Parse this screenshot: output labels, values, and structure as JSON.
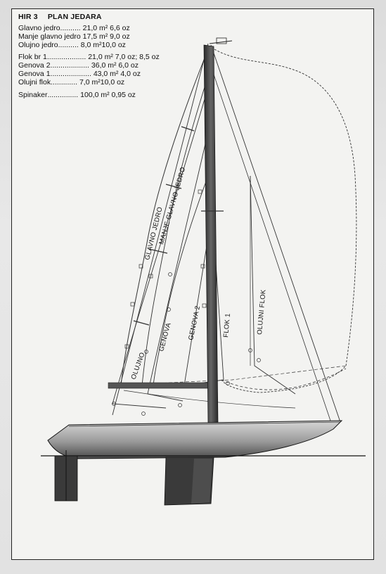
{
  "header": {
    "model": "HIR 3",
    "title": "PLAN JEDARA"
  },
  "sails": [
    {
      "name": "Glavno jedro",
      "dots": "..........",
      "value": "21,0 m² 6,6 oz"
    },
    {
      "name": "Manje glavno jedro",
      "dots": "",
      "value": "17,5 m² 9,0 oz"
    },
    {
      "name": "Olujno jedro",
      "dots": "..........",
      "value": "8,0 m²10,0 oz"
    },
    {
      "name": "Flok br 1",
      "dots": "...................",
      "value": "21,0 m² 7,0 oz; 8,5 oz"
    },
    {
      "name": "Genova 2",
      "dots": "...................",
      "value": "36,0 m² 6,0 oz"
    },
    {
      "name": "Genova 1",
      "dots": "....................",
      "value": "43,0 m² 4,0 oz"
    },
    {
      "name": "Olujni flok",
      "dots": ".............",
      "value": "7,0 m²10,0 oz"
    },
    {
      "name": "Spinaker",
      "dots": "...............",
      "value": "100,0 m² 0,95 oz"
    }
  ],
  "diagram_labels": {
    "glavno": "GLAVNO JEDRO",
    "manje": "MANJE GLAVNO JEDRO",
    "olujno": "OLUJNO",
    "genova1": "GENOVA",
    "genova2": "GENOVA 2",
    "flok1": "FLOK 1",
    "olujni_flok": "OLUJNI FLOK"
  },
  "colors": {
    "ink": "#111111",
    "line": "#333333",
    "hull_shade": "#5a5a5a",
    "keel": "#3a3a3a",
    "paper": "#f3f3f1"
  }
}
